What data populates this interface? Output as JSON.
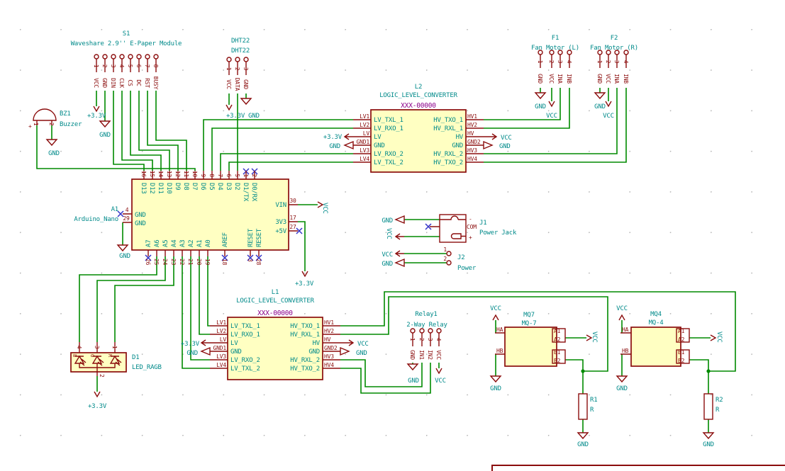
{
  "colors": {
    "wire": "#008a00",
    "component_outline": "#8b0d0d",
    "component_fill": "#ffffc2",
    "label_teal": "#008a8a",
    "value_purple": "#8b008b",
    "noconnect_blue": "#3434c8"
  },
  "nets": {
    "gnd": "GND",
    "vcc": "VCC",
    "v33": "+3.3V"
  },
  "components": {
    "s1": {
      "ref": "S1",
      "value": "Waveshare 2.9'' E-Paper Module",
      "pins": [
        {
          "n": "1",
          "name": "VCC"
        },
        {
          "n": "2",
          "name": "GND"
        },
        {
          "n": "3",
          "name": "DIN"
        },
        {
          "n": "4",
          "name": "CLK"
        },
        {
          "n": "5",
          "name": "CS"
        },
        {
          "n": "6",
          "name": "DC"
        },
        {
          "n": "7",
          "name": "RST"
        },
        {
          "n": "8",
          "name": "BUSY"
        }
      ]
    },
    "bz1": {
      "ref": "BZ1",
      "value": "Buzzer",
      "polarity": "+",
      "pins": [
        {
          "n": "1"
        },
        {
          "n": "2"
        }
      ]
    },
    "dht1": {
      "ref": "DHT22",
      "value": "DHT22",
      "pins": [
        {
          "n": "1",
          "name": "VCC"
        },
        {
          "n": "2",
          "name": "DATA"
        },
        {
          "n": "3",
          "name": "GND"
        }
      ]
    },
    "l2": {
      "ref": "L2",
      "lib": "LOGIC_LEVEL_CONVERTER",
      "value": "XXX-00000",
      "left_pins": [
        {
          "n": "LV1",
          "name": "LV_TXL_1"
        },
        {
          "n": "LV2",
          "name": "LV_RXO_1"
        },
        {
          "n": "LV",
          "name": "LV"
        },
        {
          "n": "GND1",
          "name": "GND"
        },
        {
          "n": "LV3",
          "name": "LV_RXO_2"
        },
        {
          "n": "LV4",
          "name": "LV_TXL_2"
        }
      ],
      "right_pins": [
        {
          "n": "HV1",
          "name": "HV_TXO_1"
        },
        {
          "n": "HV2",
          "name": "HV_RXL_1"
        },
        {
          "n": "HV",
          "name": "HV"
        },
        {
          "n": "GND2",
          "name": "GND"
        },
        {
          "n": "HV3",
          "name": "HV_RXL_2"
        },
        {
          "n": "HV4",
          "name": "HV_TXO_2"
        }
      ]
    },
    "l1": {
      "ref": "L1",
      "lib": "LOGIC_LEVEL_CONVERTER",
      "value": "XXX-00000",
      "left_pins": [
        {
          "n": "LV1",
          "name": "LV_TXL_1"
        },
        {
          "n": "LV2",
          "name": "LV_RXO_1"
        },
        {
          "n": "LV",
          "name": "LV"
        },
        {
          "n": "GND1",
          "name": "GND"
        },
        {
          "n": "LV3",
          "name": "LV_RXO_2"
        },
        {
          "n": "LV4",
          "name": "LV_TXL_2"
        }
      ],
      "right_pins": [
        {
          "n": "HV1",
          "name": "HV_TXO_1"
        },
        {
          "n": "HV2",
          "name": "HV_RXL_1"
        },
        {
          "n": "HV",
          "name": "HV"
        },
        {
          "n": "GND2",
          "name": "GND"
        },
        {
          "n": "HV3",
          "name": "HV_RXL_2"
        },
        {
          "n": "HV4",
          "name": "HV_TXO_2"
        }
      ]
    },
    "f1": {
      "ref": "F1",
      "value": "Fan Motor (L)",
      "pins": [
        {
          "n": "1",
          "name": "GND"
        },
        {
          "n": "2",
          "name": "VCC"
        },
        {
          "n": "3",
          "name": "INA"
        },
        {
          "n": "4",
          "name": "INB"
        }
      ]
    },
    "f2": {
      "ref": "F2",
      "value": "Fan Motor (R)",
      "pins": [
        {
          "n": "1",
          "name": "GND"
        },
        {
          "n": "2",
          "name": "VCC"
        },
        {
          "n": "3",
          "name": "INA"
        },
        {
          "n": "4",
          "name": "INB"
        }
      ]
    },
    "a1": {
      "ref": "A1",
      "value": "Arduino_Nano",
      "top_pins": [
        {
          "n": "16",
          "name": "D13"
        },
        {
          "n": "15",
          "name": "D12"
        },
        {
          "n": "14",
          "name": "D11"
        },
        {
          "n": "13",
          "name": "D10"
        },
        {
          "n": "12",
          "name": "D9"
        },
        {
          "n": "11",
          "name": "D8"
        },
        {
          "n": "10",
          "name": "D7"
        },
        {
          "n": "9",
          "name": "D6"
        },
        {
          "n": "8",
          "name": "D5"
        },
        {
          "n": "7",
          "name": "D4"
        },
        {
          "n": "6",
          "name": "D3"
        },
        {
          "n": "5",
          "name": "D2"
        },
        {
          "n": "1",
          "name": "D1/TX"
        },
        {
          "n": "2",
          "name": "D0/RX"
        }
      ],
      "left_pins": [
        {
          "n": "4",
          "name": "GND"
        },
        {
          "n": "29",
          "name": "GND"
        }
      ],
      "right_pins": [
        {
          "n": "30",
          "name": "VIN"
        },
        {
          "n": "17",
          "name": "3V3"
        },
        {
          "n": "27",
          "name": "+5V"
        }
      ],
      "bottom_pins": [
        {
          "n": "26",
          "name": "A7"
        },
        {
          "n": "25",
          "name": "A6"
        },
        {
          "n": "24",
          "name": "A5"
        },
        {
          "n": "23",
          "name": "A4"
        },
        {
          "n": "22",
          "name": "A3"
        },
        {
          "n": "21",
          "name": "A2"
        },
        {
          "n": "20",
          "name": "A1"
        },
        {
          "n": "19",
          "name": "A0"
        },
        {
          "n": "18",
          "name": "AREF"
        },
        {
          "n": "3",
          "name": "RESET"
        },
        {
          "n": "28",
          "name": "RESET"
        }
      ]
    },
    "j1": {
      "ref": "J1",
      "value": "Power Jack",
      "pins": {
        "minus": "-",
        "com": "COM",
        "plus": "+"
      }
    },
    "j2": {
      "ref": "J2",
      "value": "Power",
      "pins": [
        {
          "n": "1"
        },
        {
          "n": "2"
        }
      ]
    },
    "relay1": {
      "ref": "Relay1",
      "value": "2-Way Relay",
      "pins": [
        {
          "n": "1",
          "name": "GND"
        },
        {
          "n": "2",
          "name": "IN1"
        },
        {
          "n": "3",
          "name": "IN2"
        },
        {
          "n": "4",
          "name": "VCC"
        }
      ]
    },
    "mq7": {
      "ref": "MQ7",
      "value": "MQ-7",
      "pins": {
        "ha": "HA",
        "hb": "HB",
        "a1": "A1",
        "a2": "A2",
        "b1": "B1",
        "b2": "B2"
      }
    },
    "mq4": {
      "ref": "MQ4",
      "value": "MQ-4",
      "pins": {
        "ha": "HA",
        "hb": "HB",
        "a1": "A1",
        "a2": "A2",
        "b1": "B1",
        "b2": "B2"
      }
    },
    "d1": {
      "ref": "D1",
      "value": "LED_RAGB",
      "pins": {
        "p4": "4",
        "p3": "3",
        "p1": "1",
        "p2": "2"
      },
      "channels": [
        "B",
        "G",
        "R"
      ]
    },
    "r1": {
      "ref": "R1",
      "value": "R"
    },
    "r2": {
      "ref": "R2",
      "value": "R"
    }
  }
}
